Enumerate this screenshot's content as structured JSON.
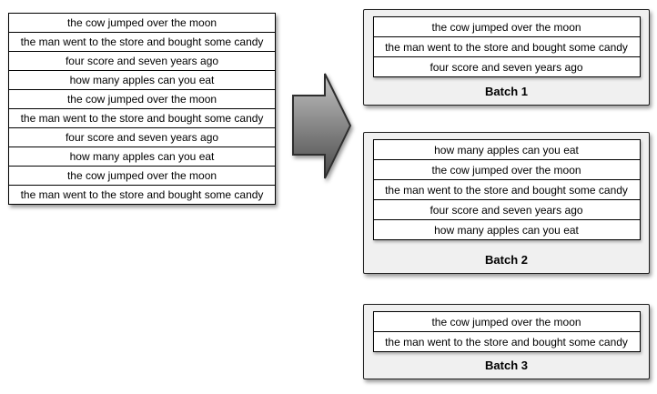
{
  "colors": {
    "page_bg": "#ffffff",
    "row_bg": "#ffffff",
    "row_border": "#000000",
    "text": "#000000",
    "batch_box_bg": "#f0f0f0",
    "batch_box_border": "#1f1f1f",
    "arrow_top": "#c2c2c2",
    "arrow_bottom": "#4a4a4a",
    "arrow_outline": "#2e2e2e"
  },
  "source_list": {
    "rows": [
      "the cow jumped over the moon",
      "the man went to the store and bought some candy",
      "four score and seven years ago",
      "how many apples can you eat",
      "the cow jumped over the moon",
      "the man went to the store and bought some candy",
      "four score and seven years ago",
      "how many apples can you eat",
      "the cow jumped over the moon",
      "the man went to the store and bought some candy"
    ]
  },
  "arrow": {
    "icon": "right-block-arrow"
  },
  "batches": [
    {
      "label": "Batch 1",
      "rows": [
        "the cow jumped over the moon",
        "the man went to the store and bought some candy",
        "four score and seven years ago"
      ]
    },
    {
      "label": "Batch 2",
      "rows": [
        "how many apples can you eat",
        "the cow jumped over the moon",
        "the man went to the store and bought some candy",
        "four score and seven years ago",
        "how many apples can you eat"
      ]
    },
    {
      "label": "Batch 3",
      "rows": [
        "the cow jumped over the moon",
        "the man went to the store and bought some candy"
      ]
    }
  ]
}
